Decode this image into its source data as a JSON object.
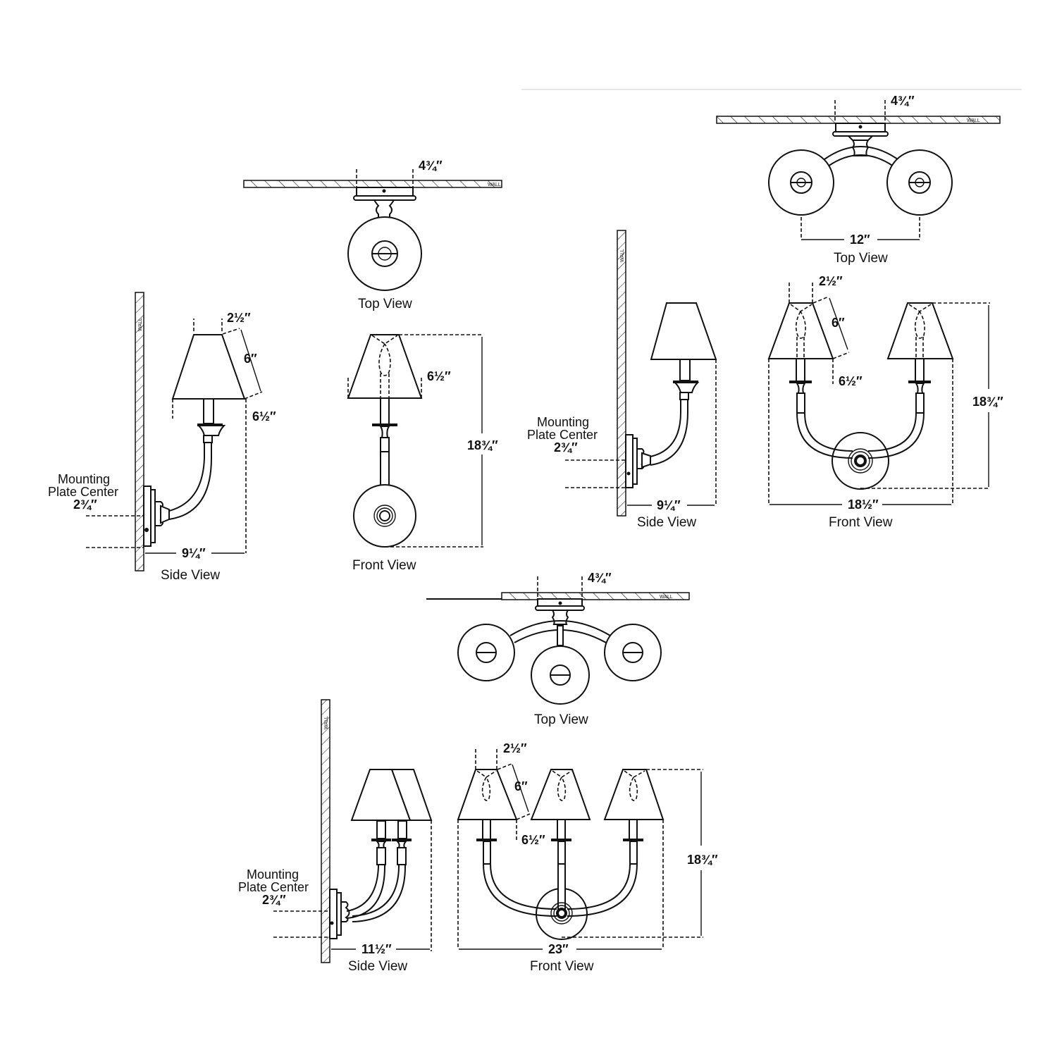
{
  "title": "Wall sconce dimension drawings (1, 2 and 3 arm)",
  "common": {
    "wall_label": "WALL",
    "mounting_label_line1": "Mounting",
    "mounting_label_line2": "Plate Center",
    "mounting_plate_center": "2¾″",
    "plate_depth": "4¾″",
    "shade_top": "2½″",
    "shade_slant": "6″",
    "shade_bottom": "6½″",
    "overall_height": "18¾″"
  },
  "views": {
    "single": {
      "side_label": "Side View",
      "top_label": "Top View",
      "front_label": "Front View",
      "extension": "9¼″"
    },
    "double": {
      "side_label": "Side View",
      "top_label": "Top View",
      "front_label": "Front View",
      "extension": "9¼″",
      "arm_spread": "12″",
      "overall_width": "18½″"
    },
    "triple": {
      "side_label": "Side View",
      "top_label": "Top View",
      "front_label": "Front View",
      "extension": "11½″",
      "overall_width": "23″"
    }
  }
}
